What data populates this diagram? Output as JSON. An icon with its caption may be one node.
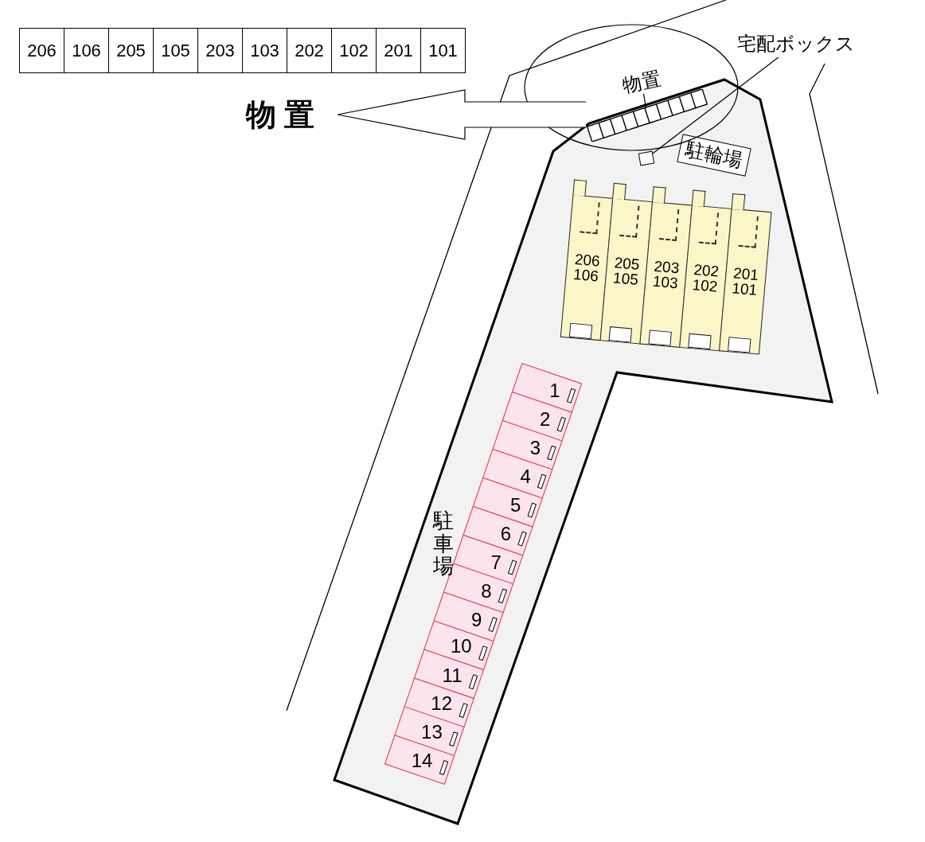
{
  "diagram": {
    "nodes": [
      {
        "text": [],
        "shape": "box"
      },
      {
        "text": [],
        "shape": "circle"
      },
      {
        "text": [],
        "shape": "box"
      },
      {
        "text": [
          "物置"
        ],
        "in": 1
      },
      {
        "text": [
          "物 置"
        ]
      },
      {
        "text": [
          "宅配ボックス"
        ]
      },
      {
        "text": [],
        "shape": "box",
        "in": 0
      },
      {
        "text": [
          "駐輪場"
        ],
        "in": 0
      },
      {
        "text": [],
        "shape": "box",
        "in": 0
      },
      {
        "text": [
          "206 106"
        ],
        "in": 8
      },
      {
        "text": [
          "205 105"
        ],
        "in": 8
      },
      {
        "text": [
          "203 103"
        ],
        "in": 8
      },
      {
        "text": [
          "202 102"
        ],
        "in": 8
      },
      {
        "text": [
          "201 101"
        ],
        "in": 8
      },
      {
        "text": [
          "1"
        ],
        "in": 0
      },
      {
        "text": [
          "2"
        ],
        "in": 0
      },
      {
        "text": [
          "3"
        ],
        "in": 0
      },
      {
        "text": [
          "4"
        ],
        "in": 0
      },
      {
        "text": [
          "5"
        ],
        "in": 0
      },
      {
        "text": [
          "6"
        ],
        "in": 0
      },
      {
        "text": [
          "7"
        ],
        "in": 0
      },
      {
        "text": [
          "8"
        ],
        "in": 0
      },
      {
        "text": [
          "9"
        ],
        "in": 0
      },
      {
        "text": [
          "10"
        ],
        "in": 0
      },
      {
        "text": [
          "11"
        ],
        "in": 0
      },
      {
        "text": [
          "12"
        ],
        "in": 0
      },
      {
        "text": [
          "13"
        ],
        "in": 0
      },
      {
        "text": [
          "14"
        ],
        "in": 0
      }
    ],
    "edges": [
      {
        "from": 3,
        "to": 2,
        "arrow": "none"
      },
      {
        "from": 2,
        "to": 4,
        "arrow": "to"
      },
      {
        "from": 5,
        "to": 6,
        "arrow": "none"
      }
    ],
    "labels": [
      "206",
      "106",
      "205",
      "105",
      "203",
      "103",
      "202",
      "102",
      "201",
      "101",
      "駐車場"
    ]
  }
}
